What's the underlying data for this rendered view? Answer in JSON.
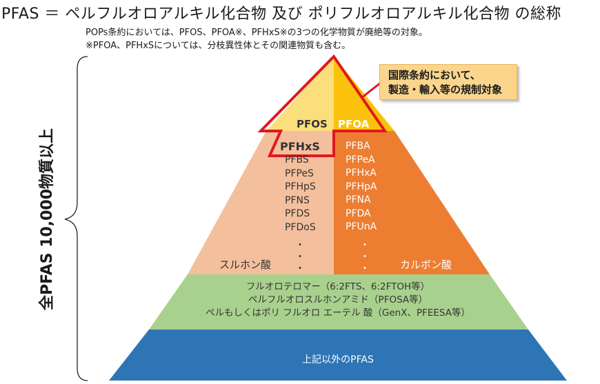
{
  "header": {
    "title": "PFAS ＝ ペルフルオロアルキル化合物 及び ポリフルオロアルキル化合物 の総称",
    "note1": "POPs条約においては、PFOS、PFOA※、PFHxS※の3つの化学物質が廃絶等の対象。",
    "note2": "※PFOA、PFHxSについては、分枝異性体とその関連物質も含む。"
  },
  "side_label": "全PFAS 10,000物質以上",
  "callout": {
    "line1": "国際条約において、",
    "line2": "製造・輸入等の規制対象"
  },
  "top": {
    "left": "PFOS",
    "right": "PFOA"
  },
  "pfhxs": "PFHxS",
  "sulfonic": {
    "items": [
      "PFBS",
      "PFPeS",
      "PFHpS",
      "PFNS",
      "PFDS",
      "PFDoS"
    ],
    "label": "スルホン酸"
  },
  "carboxylic": {
    "items": [
      "PFBA",
      "PFPeA",
      "PFHxA",
      "PFHpA",
      "PFNA",
      "PFDA",
      "PFUnA"
    ],
    "label": "カルボン酸"
  },
  "ellipsis": "・",
  "green": {
    "line1": "フルオロテロマー（6:2FTS、6:2FTOH等）",
    "line2": "ペルフルオロスルホンアミド（PFOSA等）",
    "line3": "ペルもしくはポリ フルオロ エーテル 酸（GenX、PFEESA等）"
  },
  "blue": "上記以外のPFAS",
  "colors": {
    "pfos_fill": "#fcdf7d",
    "pfoa_fill": "#fbc20c",
    "sulfonic_fill": "#f4bf9c",
    "carboxylic_fill": "#ed7d31",
    "green_fill": "#a9d18e",
    "blue_fill": "#2e75b6",
    "outline": "#e0181e"
  }
}
